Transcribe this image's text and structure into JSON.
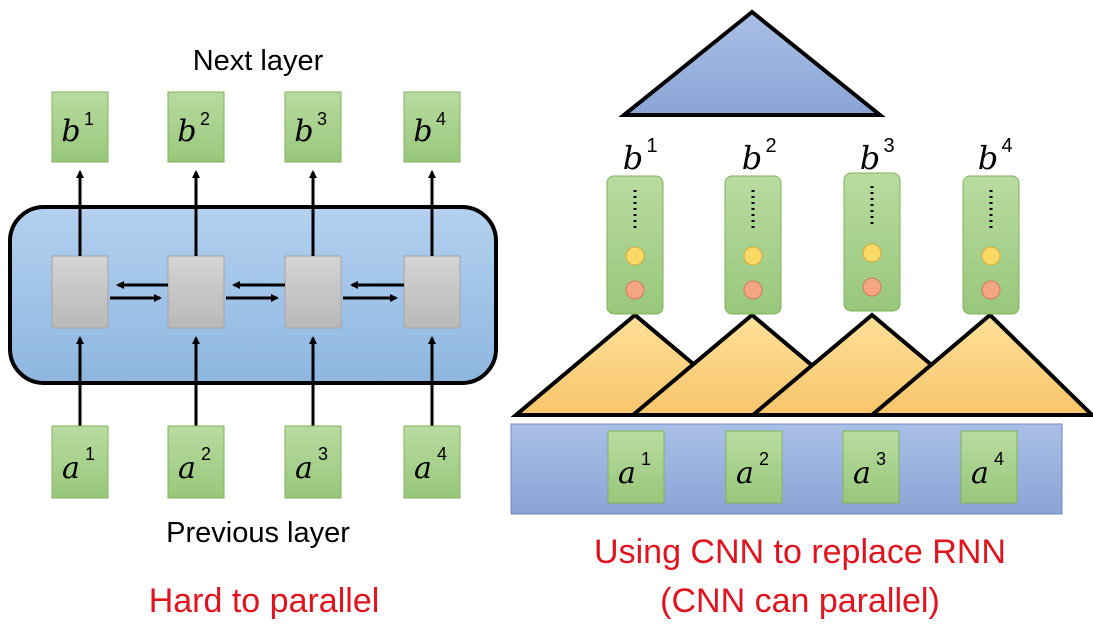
{
  "rnn": {
    "top_label": "Next layer",
    "bottom_label": "Previous layer",
    "caption": "Hard to parallel",
    "outputs": [
      {
        "base": "b",
        "sup": "1"
      },
      {
        "base": "b",
        "sup": "2"
      },
      {
        "base": "b",
        "sup": "3"
      },
      {
        "base": "b",
        "sup": "4"
      }
    ],
    "inputs": [
      {
        "base": "a",
        "sup": "1"
      },
      {
        "base": "a",
        "sup": "2"
      },
      {
        "base": "a",
        "sup": "3"
      },
      {
        "base": "a",
        "sup": "4"
      }
    ]
  },
  "cnn": {
    "caption_line1": "Using CNN to replace RNN",
    "caption_line2": "(CNN can parallel)",
    "outputs": [
      {
        "base": "b",
        "sup": "1"
      },
      {
        "base": "b",
        "sup": "2"
      },
      {
        "base": "b",
        "sup": "3"
      },
      {
        "base": "b",
        "sup": "4"
      }
    ],
    "inputs": [
      {
        "base": "a",
        "sup": "1"
      },
      {
        "base": "a",
        "sup": "2"
      },
      {
        "base": "a",
        "sup": "3"
      },
      {
        "base": "a",
        "sup": "4"
      }
    ]
  },
  "colors": {
    "green_box": "#a9d18e",
    "green_border": "#70ad47",
    "blue_panel": "#9dc3e6",
    "blue_tri": "#8faadc",
    "orange_tri": "#ffd685",
    "gray_cell": "#c8c8c8",
    "yellow_dot": "#ffd966",
    "red_dot": "#f4a582",
    "caption_red": "#e0141e"
  }
}
